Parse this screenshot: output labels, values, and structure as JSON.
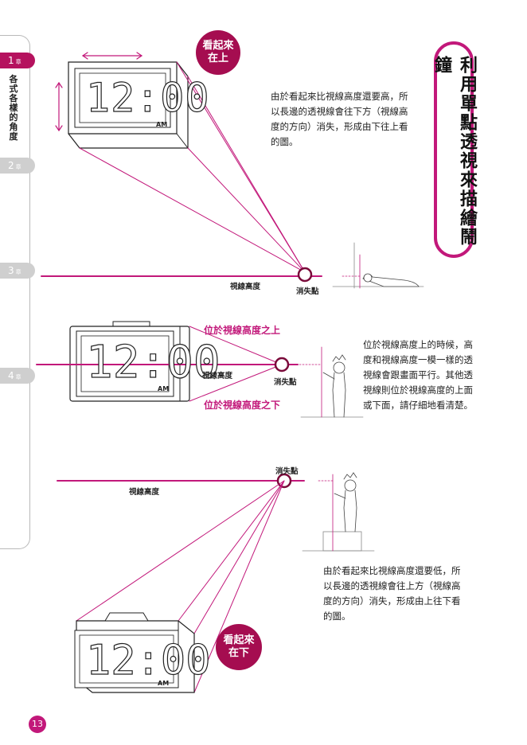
{
  "sidebar": {
    "chapters": [
      {
        "num": "1",
        "suffix": "章"
      },
      {
        "num": "2",
        "suffix": "章"
      },
      {
        "num": "3",
        "suffix": "章"
      },
      {
        "num": "4",
        "suffix": "章"
      }
    ],
    "subtitle": "各式各樣的角度"
  },
  "title": "利用單點透視來描繪鬧鐘",
  "section_top": {
    "badge": [
      "看起來",
      "在上"
    ],
    "text": "由於看起來比視線高度還要高，所以長邊的透視線會往下方（視線高度的方向）消失，形成由下往上看的圖。",
    "clock_time": "12:00",
    "clock_ampm": "AM",
    "eye_level_label": "視線高度",
    "vanishing_label": "消失點"
  },
  "section_mid": {
    "above_label": "位於視線高度之上",
    "below_label": "位於視線高度之下",
    "eye_level_label": "視線高度",
    "vanishing_label": "消失點",
    "clock_time": "12:00",
    "clock_ampm": "AM",
    "text": "位於視線高度上的時候，高度和視線高度一模一樣的透視線會跟畫面平行。其他透視線則位於視線高度的上面或下面，請仔細地看清楚。"
  },
  "section_bot": {
    "badge": [
      "看起來",
      "在下"
    ],
    "vanishing_label": "消失點",
    "eye_level_label": "視線高度",
    "clock_time": "12:00",
    "clock_ampm": "AM",
    "text": "由於看起來比視線高度還要低，所以長邊的透視線會往上方（視線高度的方向）消失，形成由上往下看的圖。"
  },
  "page_number": "13",
  "colors": {
    "accent": "#c2187a",
    "badge": "#a50d50",
    "line": "#c2187a"
  }
}
